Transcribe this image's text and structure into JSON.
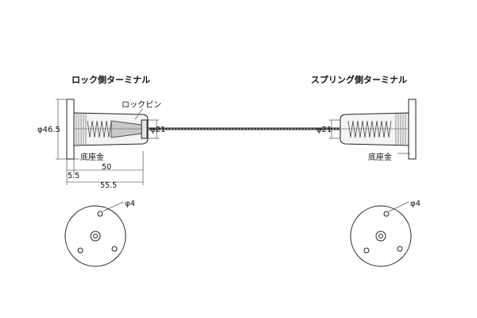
{
  "labels": {
    "lock_terminal": "ロック側ターミナル",
    "spring_terminal": "スプリング側ターミナル",
    "lock_pin": "ロックピン",
    "base_left": "底座金",
    "base_right": "底座金"
  },
  "dimensions": {
    "phi_base": "φ46.5",
    "phi_left_terminal": "φ21",
    "phi_right_terminal": "φ21",
    "len_50": "50",
    "len_5_5": "5.5",
    "len_55_5": "55.5",
    "hole_left": "φ4",
    "hole_right": "φ4"
  }
}
